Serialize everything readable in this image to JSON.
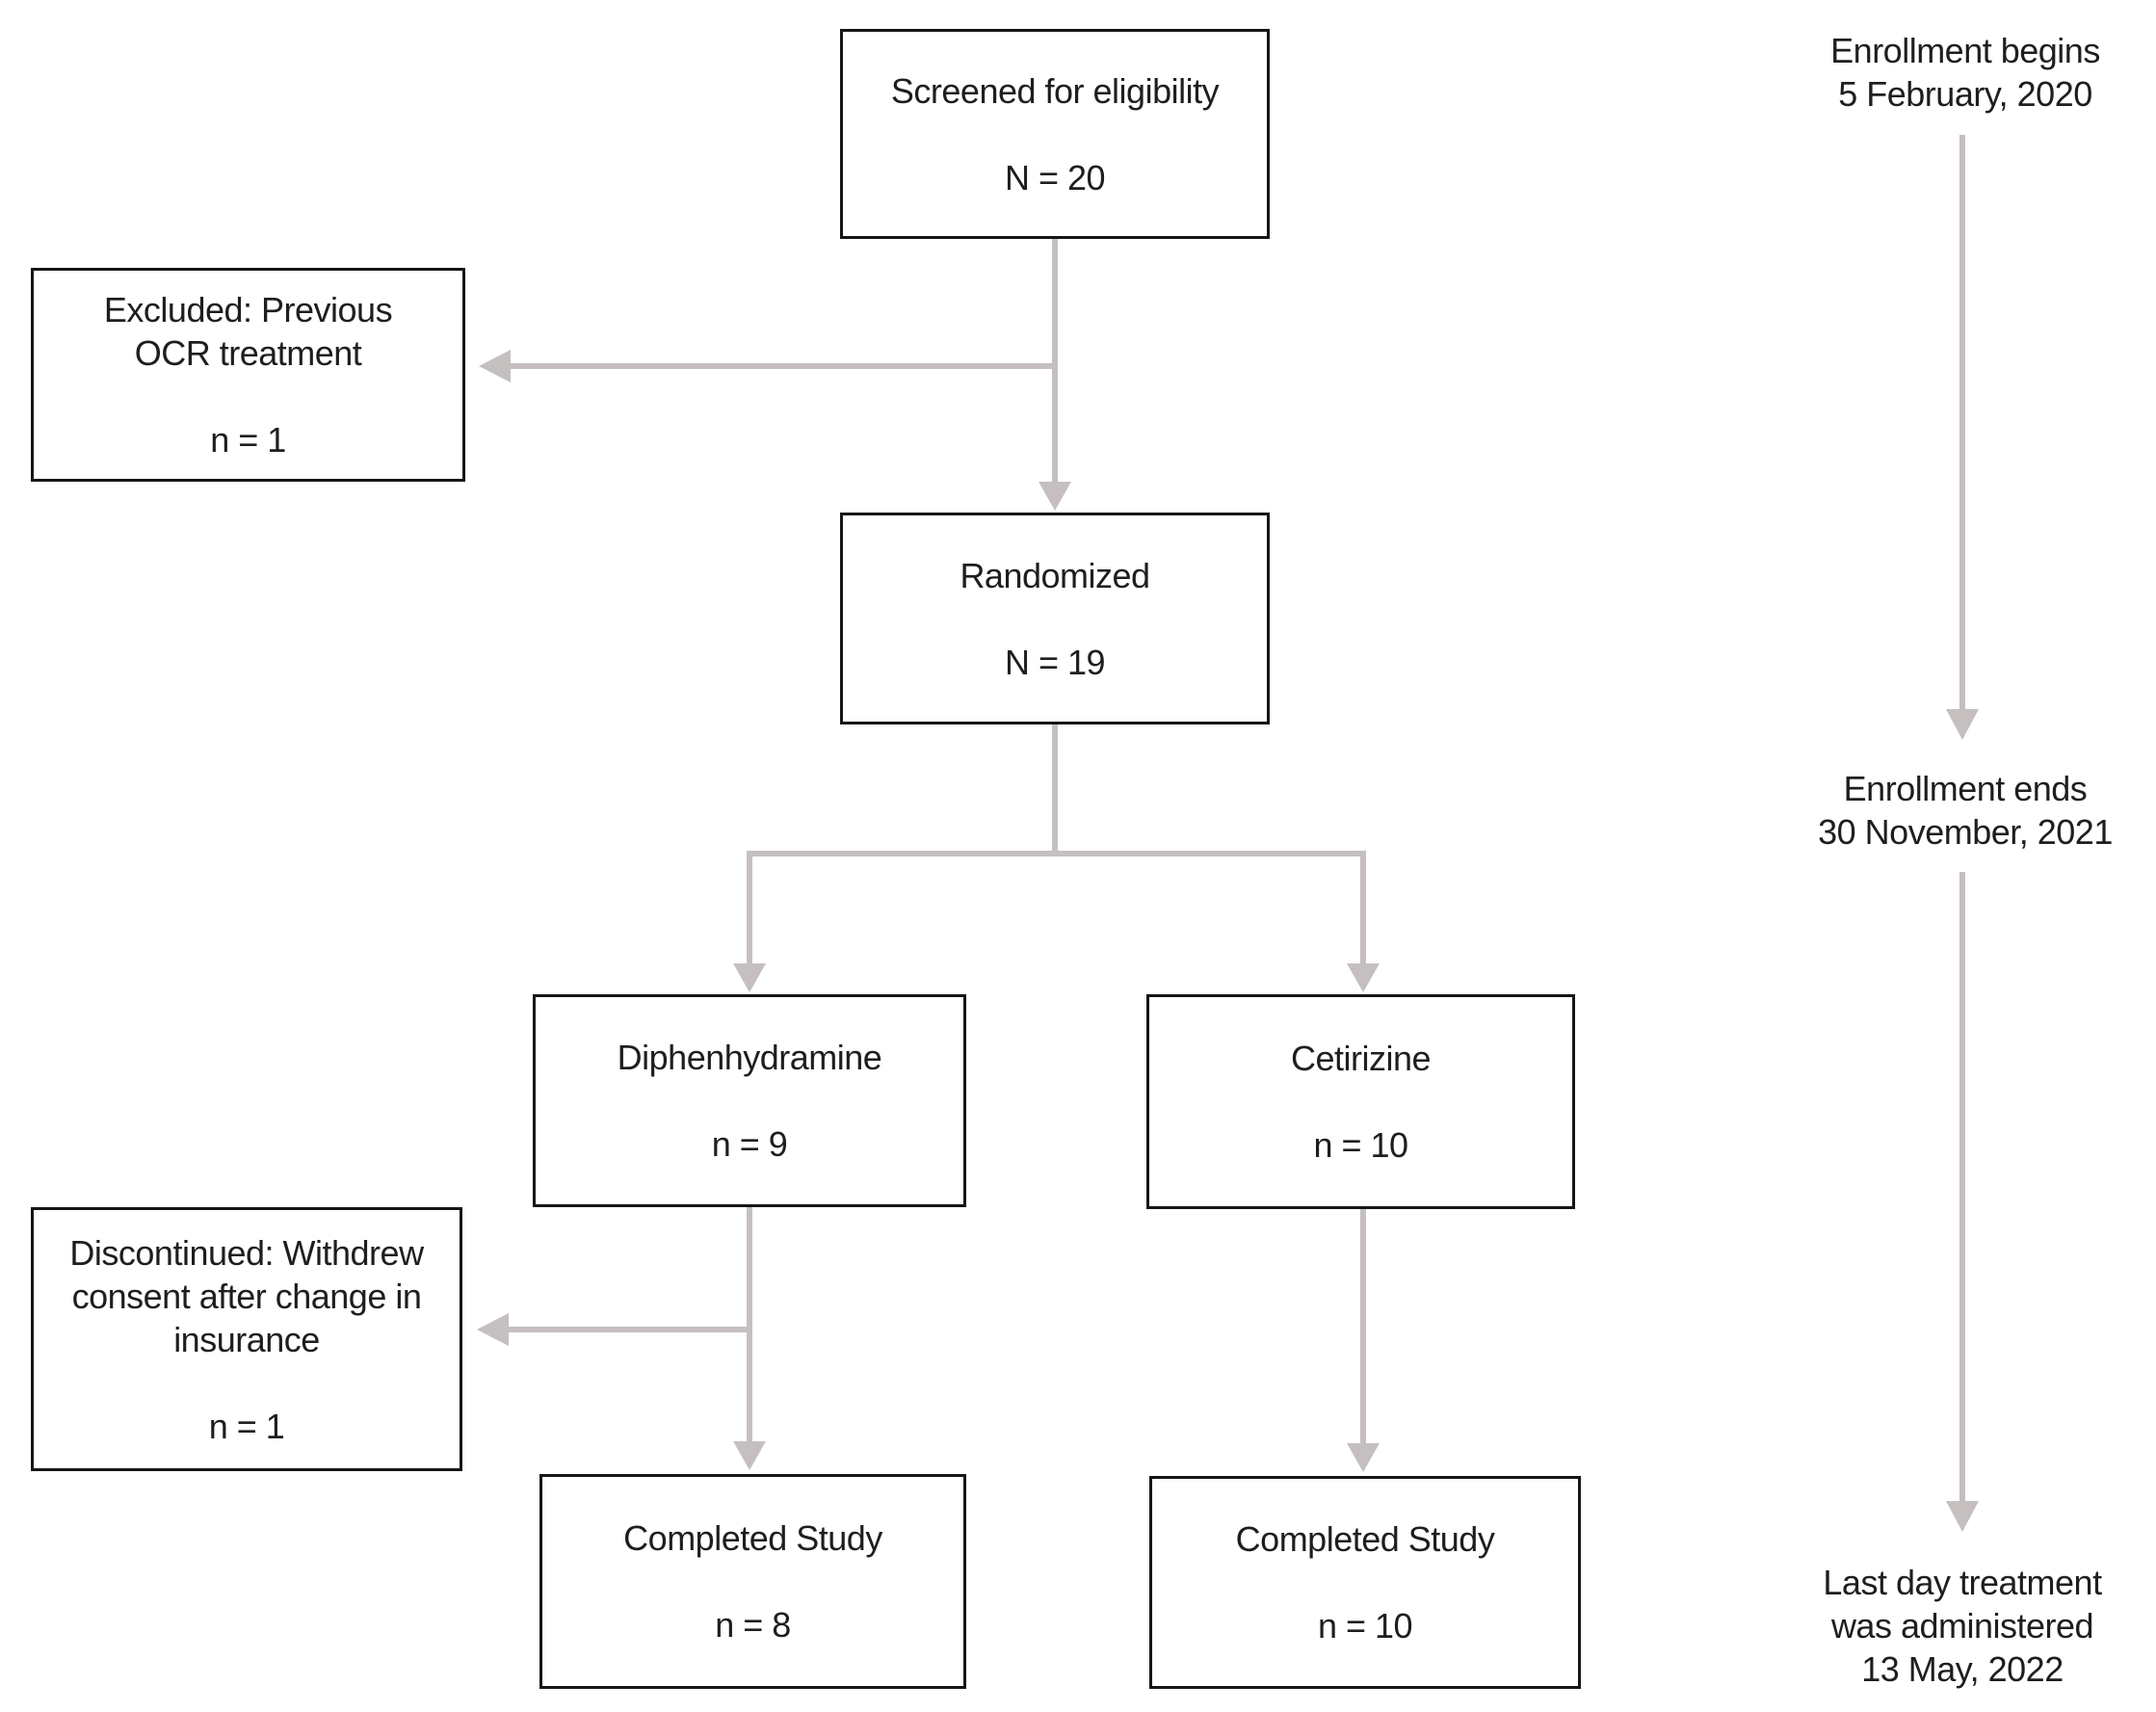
{
  "flow": {
    "screened": {
      "lines": [
        "Screened for eligibility"
      ],
      "count": "N = 20"
    },
    "excluded": {
      "lines": [
        "Excluded: Previous",
        "OCR treatment"
      ],
      "count": "n = 1"
    },
    "randomized": {
      "lines": [
        "Randomized"
      ],
      "count": "N = 19"
    },
    "diphenhydramine": {
      "lines": [
        "Diphenhydramine"
      ],
      "count": "n = 9"
    },
    "cetirizine": {
      "lines": [
        "Cetirizine"
      ],
      "count": "n = 10"
    },
    "discontinued": {
      "lines": [
        "Discontinued: Withdrew",
        "consent after change in",
        "insurance"
      ],
      "count": "n = 1"
    },
    "completed_diphenhydramine": {
      "lines": [
        "Completed Study"
      ],
      "count": "n = 8"
    },
    "completed_cetirizine": {
      "lines": [
        "Completed Study"
      ],
      "count": "n = 10"
    }
  },
  "timeline": {
    "enrollment_begins": {
      "lines": [
        "Enrollment begins",
        "5 February, 2020"
      ]
    },
    "enrollment_ends": {
      "lines": [
        "Enrollment ends",
        "30 November, 2021"
      ]
    },
    "last_treatment": {
      "lines": [
        "Last day treatment",
        "was administered",
        "13 May, 2022"
      ]
    }
  },
  "colors": {
    "connector": "#c5bfbf",
    "box_border": "#161616",
    "text": "#1e1e1e",
    "background": "#ffffff"
  }
}
